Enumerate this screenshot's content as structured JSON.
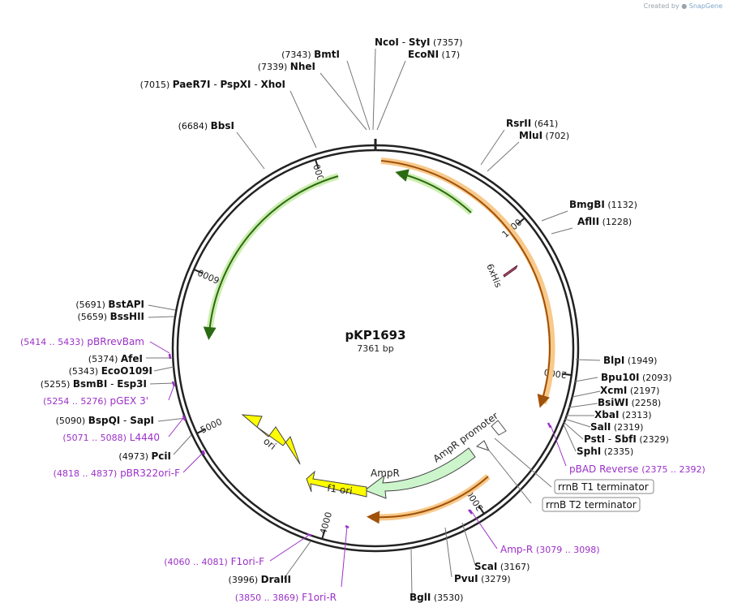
{
  "credit": {
    "prefix": "Created by",
    "brand": "SnapGene"
  },
  "plasmid": {
    "name": "pKP1693",
    "length_label": "7361 bp",
    "length": 7361
  },
  "ticks": [
    {
      "label": "1000",
      "pos": 1000
    },
    {
      "label": "2000",
      "pos": 2000
    },
    {
      "label": "3000",
      "pos": 3000
    },
    {
      "label": "4000",
      "pos": 4000
    },
    {
      "label": "5000",
      "pos": 5000
    },
    {
      "label": "6000",
      "pos": 6000
    },
    {
      "label": "7000",
      "pos": 7000
    }
  ],
  "enzymes": [
    {
      "pos": 7357,
      "parts": [
        [
          "NcoI",
          ""
        ],
        [
          " - ",
          "sep"
        ],
        [
          "StyI",
          ""
        ],
        [
          "  (7357)",
          "num"
        ]
      ]
    },
    {
      "pos": 17,
      "parts": [
        [
          "EcoNI",
          ""
        ],
        [
          "  (17)",
          "num"
        ]
      ]
    },
    {
      "pos": 7343,
      "parts": [
        [
          "(7343)  ",
          "num"
        ],
        [
          "BmtI",
          ""
        ]
      ]
    },
    {
      "pos": 7339,
      "parts": [
        [
          "(7339)  ",
          "num"
        ],
        [
          "NheI",
          ""
        ]
      ]
    },
    {
      "pos": 7015,
      "parts": [
        [
          "(7015)  ",
          "num"
        ],
        [
          "PaeR7I",
          ""
        ],
        [
          " - ",
          "sep"
        ],
        [
          "PspXI",
          ""
        ],
        [
          " - ",
          "sep"
        ],
        [
          "XhoI",
          ""
        ]
      ]
    },
    {
      "pos": 6684,
      "parts": [
        [
          "(6684)  ",
          "num"
        ],
        [
          "BbsI",
          ""
        ]
      ]
    },
    {
      "pos": 641,
      "parts": [
        [
          "RsrII",
          ""
        ],
        [
          "  (641)",
          "num"
        ]
      ]
    },
    {
      "pos": 702,
      "parts": [
        [
          "MluI",
          ""
        ],
        [
          "  (702)",
          "num"
        ]
      ]
    },
    {
      "pos": 1132,
      "parts": [
        [
          "BmgBI",
          ""
        ],
        [
          "  (1132)",
          "num"
        ]
      ]
    },
    {
      "pos": 1228,
      "parts": [
        [
          "AflII",
          ""
        ],
        [
          "  (1228)",
          "num"
        ]
      ]
    },
    {
      "pos": 5691,
      "parts": [
        [
          "(5691)  ",
          "num"
        ],
        [
          "BstAPI",
          ""
        ]
      ]
    },
    {
      "pos": 5659,
      "parts": [
        [
          "(5659)  ",
          "num"
        ],
        [
          "BssHII",
          ""
        ]
      ]
    },
    {
      "pos": 5374,
      "parts": [
        [
          "(5374)  ",
          "num"
        ],
        [
          "AfeI",
          ""
        ]
      ]
    },
    {
      "pos": 5343,
      "parts": [
        [
          "(5343)  ",
          "num"
        ],
        [
          "EcoO109I",
          ""
        ]
      ]
    },
    {
      "pos": 5255,
      "parts": [
        [
          "(5255)  ",
          "num"
        ],
        [
          "BsmBI",
          ""
        ],
        [
          " - ",
          "sep"
        ],
        [
          "Esp3I",
          ""
        ]
      ]
    },
    {
      "pos": 5090,
      "parts": [
        [
          "(5090)  ",
          "num"
        ],
        [
          "BspQI",
          ""
        ],
        [
          " - ",
          "sep"
        ],
        [
          "SapI",
          ""
        ]
      ]
    },
    {
      "pos": 4973,
      "parts": [
        [
          "(4973)  ",
          "num"
        ],
        [
          "PciI",
          ""
        ]
      ]
    },
    {
      "pos": 1949,
      "parts": [
        [
          "BlpI",
          ""
        ],
        [
          "  (1949)",
          "num"
        ]
      ]
    },
    {
      "pos": 2093,
      "parts": [
        [
          "Bpu10I",
          ""
        ],
        [
          "  (2093)",
          "num"
        ]
      ]
    },
    {
      "pos": 2197,
      "parts": [
        [
          "XcmI",
          ""
        ],
        [
          "  (2197)",
          "num"
        ]
      ]
    },
    {
      "pos": 2258,
      "parts": [
        [
          "BsiWI",
          ""
        ],
        [
          "  (2258)",
          "num"
        ]
      ]
    },
    {
      "pos": 2313,
      "parts": [
        [
          "XbaI",
          ""
        ],
        [
          "  (2313)",
          "num"
        ]
      ]
    },
    {
      "pos": 2319,
      "parts": [
        [
          "SalI",
          ""
        ],
        [
          "  (2319)",
          "num"
        ]
      ]
    },
    {
      "pos": 2329,
      "parts": [
        [
          "PstI",
          ""
        ],
        [
          " - ",
          "sep"
        ],
        [
          "SbfI",
          ""
        ],
        [
          "  (2329)",
          "num"
        ]
      ]
    },
    {
      "pos": 2335,
      "parts": [
        [
          "SphI",
          ""
        ],
        [
          "  (2335)",
          "num"
        ]
      ]
    },
    {
      "pos": 3167,
      "parts": [
        [
          "ScaI",
          ""
        ],
        [
          "  (3167)",
          "num"
        ]
      ]
    },
    {
      "pos": 3279,
      "parts": [
        [
          "PvuI",
          ""
        ],
        [
          "  (3279)",
          "num"
        ]
      ]
    },
    {
      "pos": 3530,
      "parts": [
        [
          "BglI",
          ""
        ],
        [
          "  (3530)",
          "num"
        ]
      ]
    },
    {
      "pos": 3996,
      "parts": [
        [
          "(3996)  ",
          "num"
        ],
        [
          "DraIII",
          ""
        ]
      ]
    }
  ],
  "primers": [
    {
      "range": "(5414 .. 5433)",
      "name": "pBRrevBam"
    },
    {
      "range": "(5254 .. 5276)",
      "name": "pGEX 3'"
    },
    {
      "range": "(5071 .. 5088)",
      "name": "L4440"
    },
    {
      "range": "(4818 .. 4837)",
      "name": "pBR322ori-F"
    },
    {
      "range": "(2375 .. 2392)",
      "name": "pBAD Reverse"
    },
    {
      "range": "(3079 .. 3098)",
      "name": "Amp-R"
    },
    {
      "range": "(4060 .. 4081)",
      "name": "F1ori-F"
    },
    {
      "range": "(3850 .. 3869)",
      "name": "F1ori-R"
    }
  ],
  "terminators": [
    {
      "name": "rrnB T1 terminator"
    },
    {
      "name": "rrnB T2 terminator"
    }
  ],
  "features": [
    {
      "name": "6xHis",
      "color": "#b05070"
    },
    {
      "name": "AmpR promoter",
      "color": "#ffffff"
    },
    {
      "name": "AmpR",
      "color": "#ccf5cc"
    },
    {
      "name": "ori",
      "color": "#ffff00"
    },
    {
      "name": "f1 ori",
      "color": "#ffff00"
    }
  ],
  "colors": {
    "orf_orange": "#f8c98a",
    "orf_green": "#cdeeb0",
    "primer": "#9b30c8",
    "backbone": "#222222"
  }
}
